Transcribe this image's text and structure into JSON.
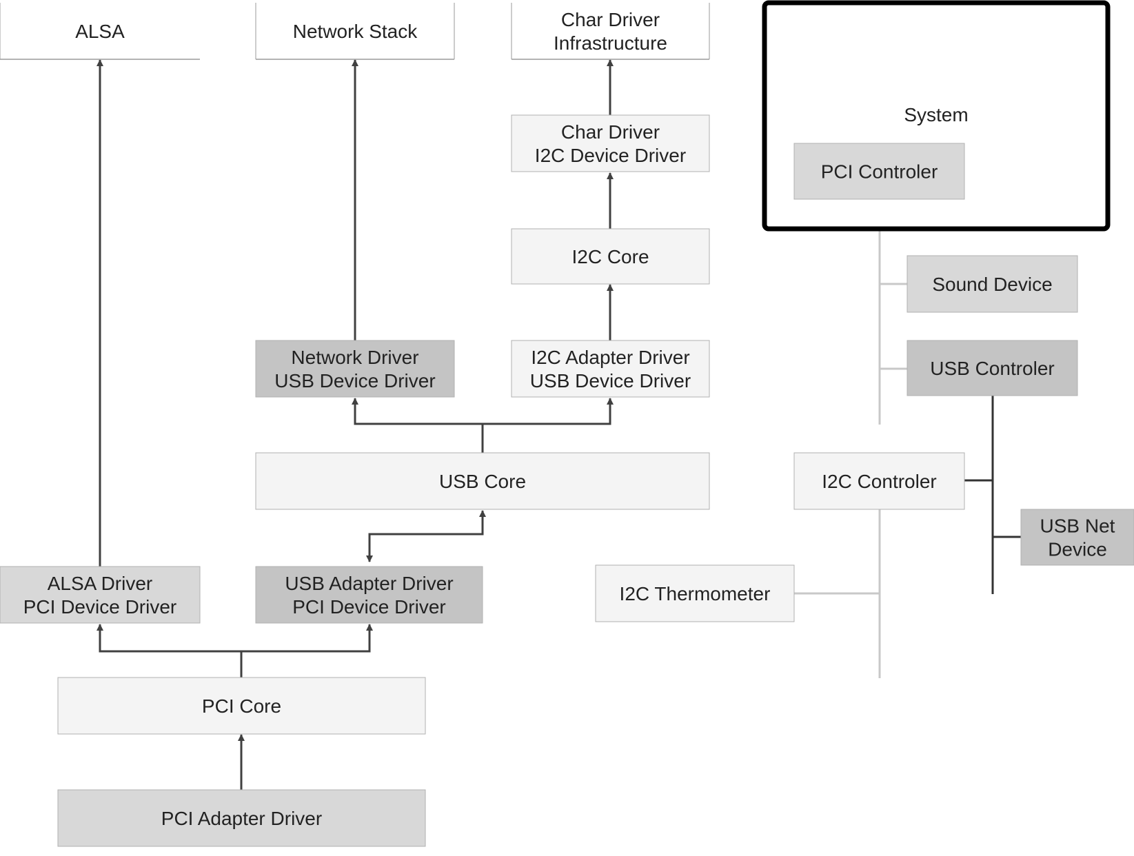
{
  "colors": {
    "arrow": "#404040",
    "white_box_border": "#9a9a9a",
    "light_box": "#f4f4f4",
    "medium_box": "#d8d8d8",
    "dark_box": "#c4c4c4",
    "bus_light": "#c8c8c8",
    "bus_dark": "#333333",
    "system_frame": "#000000"
  },
  "top_interfaces": {
    "alsa": [
      "ALSA"
    ],
    "network_stack": [
      "Network Stack"
    ],
    "char_driver_infrastructure": [
      "Char Driver",
      "Infrastructure"
    ]
  },
  "drivers": {
    "char_i2c_device_driver": [
      "Char Driver",
      "I2C Device Driver"
    ],
    "i2c_core": [
      "I2C Core"
    ],
    "network_usb_device_driver": [
      "Network Driver",
      "USB Device Driver"
    ],
    "i2c_adapter_usb_device_driver": [
      "I2C Adapter Driver",
      "USB Device Driver"
    ],
    "usb_core": [
      "USB Core"
    ],
    "alsa_pci_device_driver": [
      "ALSA Driver",
      "PCI Device Driver"
    ],
    "usb_adapter_pci_device_driver": [
      "USB Adapter Driver",
      "PCI Device Driver"
    ],
    "pci_core": [
      "PCI Core"
    ],
    "pci_adapter_driver": [
      "PCI Adapter Driver"
    ]
  },
  "hardware": {
    "system": [
      "System"
    ],
    "pci_controller": [
      "PCI Controler"
    ],
    "sound_device": [
      "Sound Device"
    ],
    "usb_controller": [
      "USB Controler"
    ],
    "i2c_controller": [
      "I2C Controler"
    ],
    "usb_net_device": [
      "USB Net",
      "Device"
    ],
    "i2c_thermometer": [
      "I2C Thermometer"
    ]
  }
}
